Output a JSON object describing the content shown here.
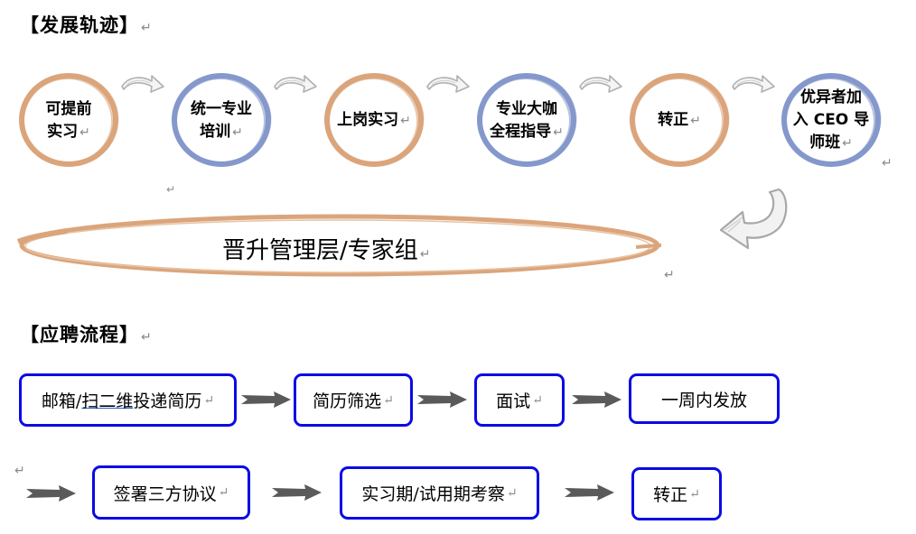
{
  "sections": {
    "development": {
      "title": "【发展轨迹】",
      "steps": [
        {
          "lines": [
            "可提前",
            "实习"
          ],
          "ring_color": "#dba57c"
        },
        {
          "lines": [
            "统一专业",
            "培训"
          ],
          "ring_color": "#8598cc"
        },
        {
          "lines": [
            "上岗实习"
          ],
          "ring_color": "#dba57c"
        },
        {
          "lines": [
            "专业大咖",
            "全程指导"
          ],
          "ring_color": "#8598cc"
        },
        {
          "lines": [
            "转正"
          ],
          "ring_color": "#dba57c"
        },
        {
          "lines": [
            "优异者加",
            "入 CEO 导",
            "师班"
          ],
          "ring_color": "#8598cc"
        }
      ],
      "final": {
        "label": "晋升管理层/专家组",
        "ring_color": "#dba57c"
      }
    },
    "recruitment": {
      "title": "【应聘流程】",
      "row1": [
        {
          "parts": [
            "邮箱/",
            "扫二维",
            "投递简历"
          ]
        },
        {
          "label": "简历筛选"
        },
        {
          "label": "面试"
        },
        {
          "label": "一周内发放"
        }
      ],
      "row2": [
        {
          "label": "签署三方协议"
        },
        {
          "label": "实习期/试用期考察"
        },
        {
          "label": "转正"
        }
      ]
    }
  },
  "paragraph_mark": "↵",
  "colors": {
    "box_border": "#0a0ae6",
    "arrow_gray": "#5a5a5a",
    "swoosh_gray": "#b0b0b0"
  }
}
